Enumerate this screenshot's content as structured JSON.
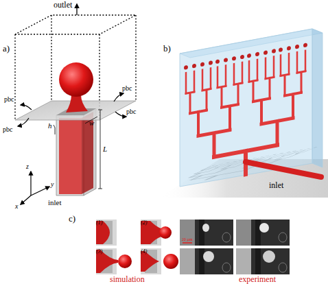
{
  "diagram": {
    "labels": [
      "outlet",
      "pbc",
      "pbc",
      "pbc",
      "pbc",
      "w",
      "h",
      "L",
      "z",
      "x",
      "y",
      "inlet",
      "a)",
      "b)",
      "c)",
      "inlet",
      "(1)",
      "(2)",
      "(3)",
      "(4)",
      "20 µm",
      "simulation",
      "experiment"
    ]
  }
}
